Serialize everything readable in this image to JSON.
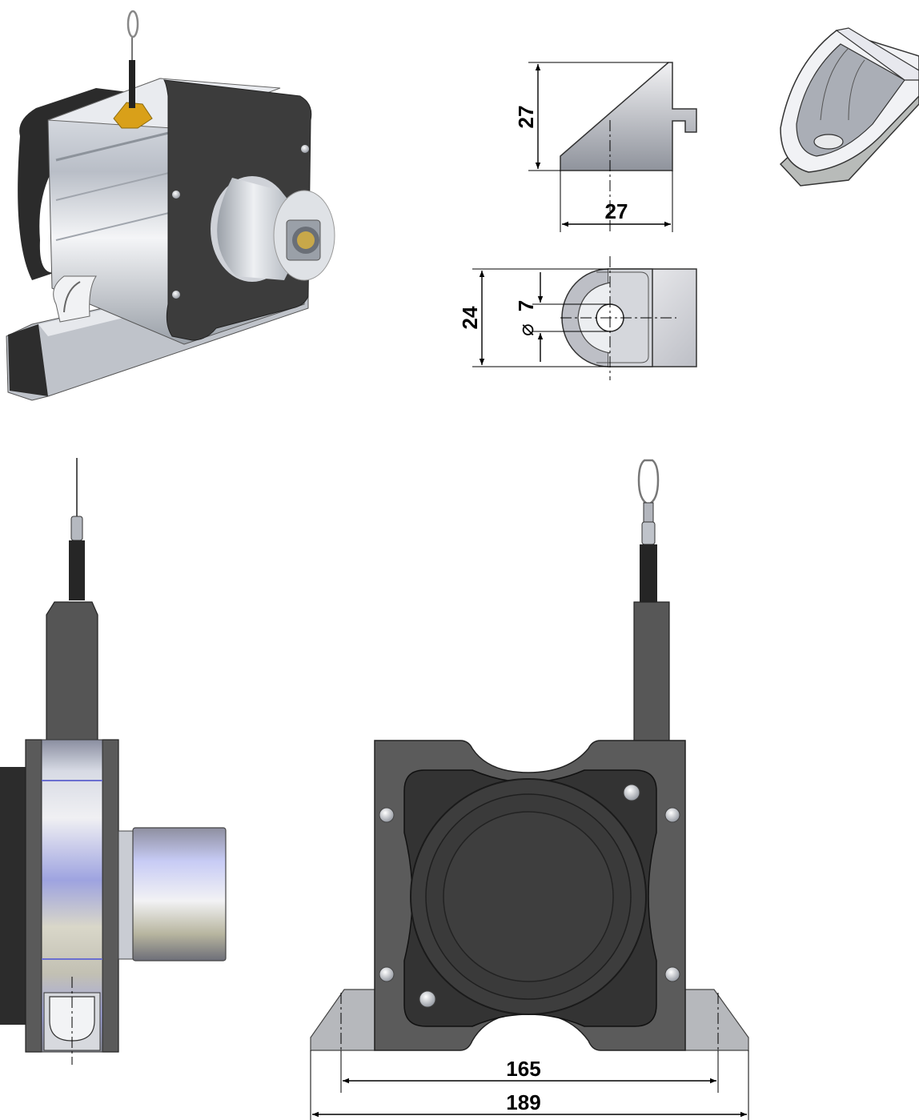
{
  "dimensions": {
    "bracket_height": "27",
    "bracket_width": "27",
    "bracket_depth": "24",
    "hole_diameter": "7",
    "hole_symbol": "⌀",
    "mount_spacing": "165",
    "overall_width": "189"
  },
  "colors": {
    "housing_dark": "#3a3a3a",
    "housing_mid": "#555555",
    "aluminium": "#c8cdd4",
    "highlight_blue": "#7f86e6",
    "cable": "#222222",
    "brass": "#d9a019"
  }
}
